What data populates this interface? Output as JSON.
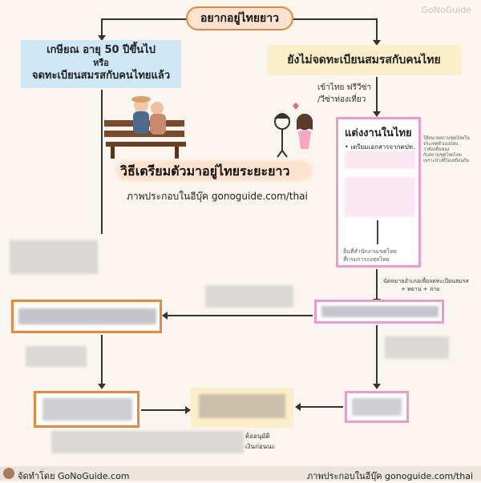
{
  "brand": "GoNoGuide",
  "root_label": "อยากอยู่ไทยยาว",
  "left_branch": {
    "line1": "เกษียณ อายุ 50 ปีขึ้นไป",
    "line2": "หรือ",
    "line3": "จดทะเบียนสมรสกับคนไทยแล้ว"
  },
  "right_branch": {
    "title": "ยังไม่จดทะเบียนสมรสกับคนไทย",
    "entry_note_1": "เข้าไทย ฟรีวีซ่า",
    "entry_note_2": "/วีซ่าท่องเที่ยว"
  },
  "marriage_card": {
    "title": "แต่งงานในไทย",
    "bullet1": "เตรียมเอกสารจากตปท.",
    "footer1": "ยื่นที่สำนักงานเขตไทย",
    "footer2": "ที่กรมการกงสุลไทย",
    "side_note": [
      "ให้ทนายสถานฑูตไทยใน",
      "ประเทศตัวเองก่อน",
      "ว่าต้องยื่นของ",
      "กับสถานฑูตไทยไหม",
      "เพราะบ้างที่ไม่เหมือนกัน"
    ]
  },
  "center": {
    "title": "วิธีเตรียมตัวมาอยู่ไทยระยะยาว",
    "caption": "ภาพประกอบในอีบุ๊ค  gonoguide.com/thai"
  },
  "lawyer_note": {
    "line1": "นัดหมายอำเภอเพื่อจดทะเบียนสมรส",
    "line2": "+ พยาน + ล่าม"
  },
  "footer": {
    "left": "จัดทำโดย GoNoGuide.com",
    "right": "ภาพประกอบในอีบุ๊ค gonoguide.com/thai"
  },
  "bottom_note_end": "ต้ออนุมัติ",
  "bottom_note_end2": "เงินก่อนนะ",
  "colors": {
    "accent_orange": "#e9873f",
    "accent_pink": "#ec9bcb",
    "left_bg": "#cfe7f7",
    "right_bg": "#fbeec8"
  }
}
